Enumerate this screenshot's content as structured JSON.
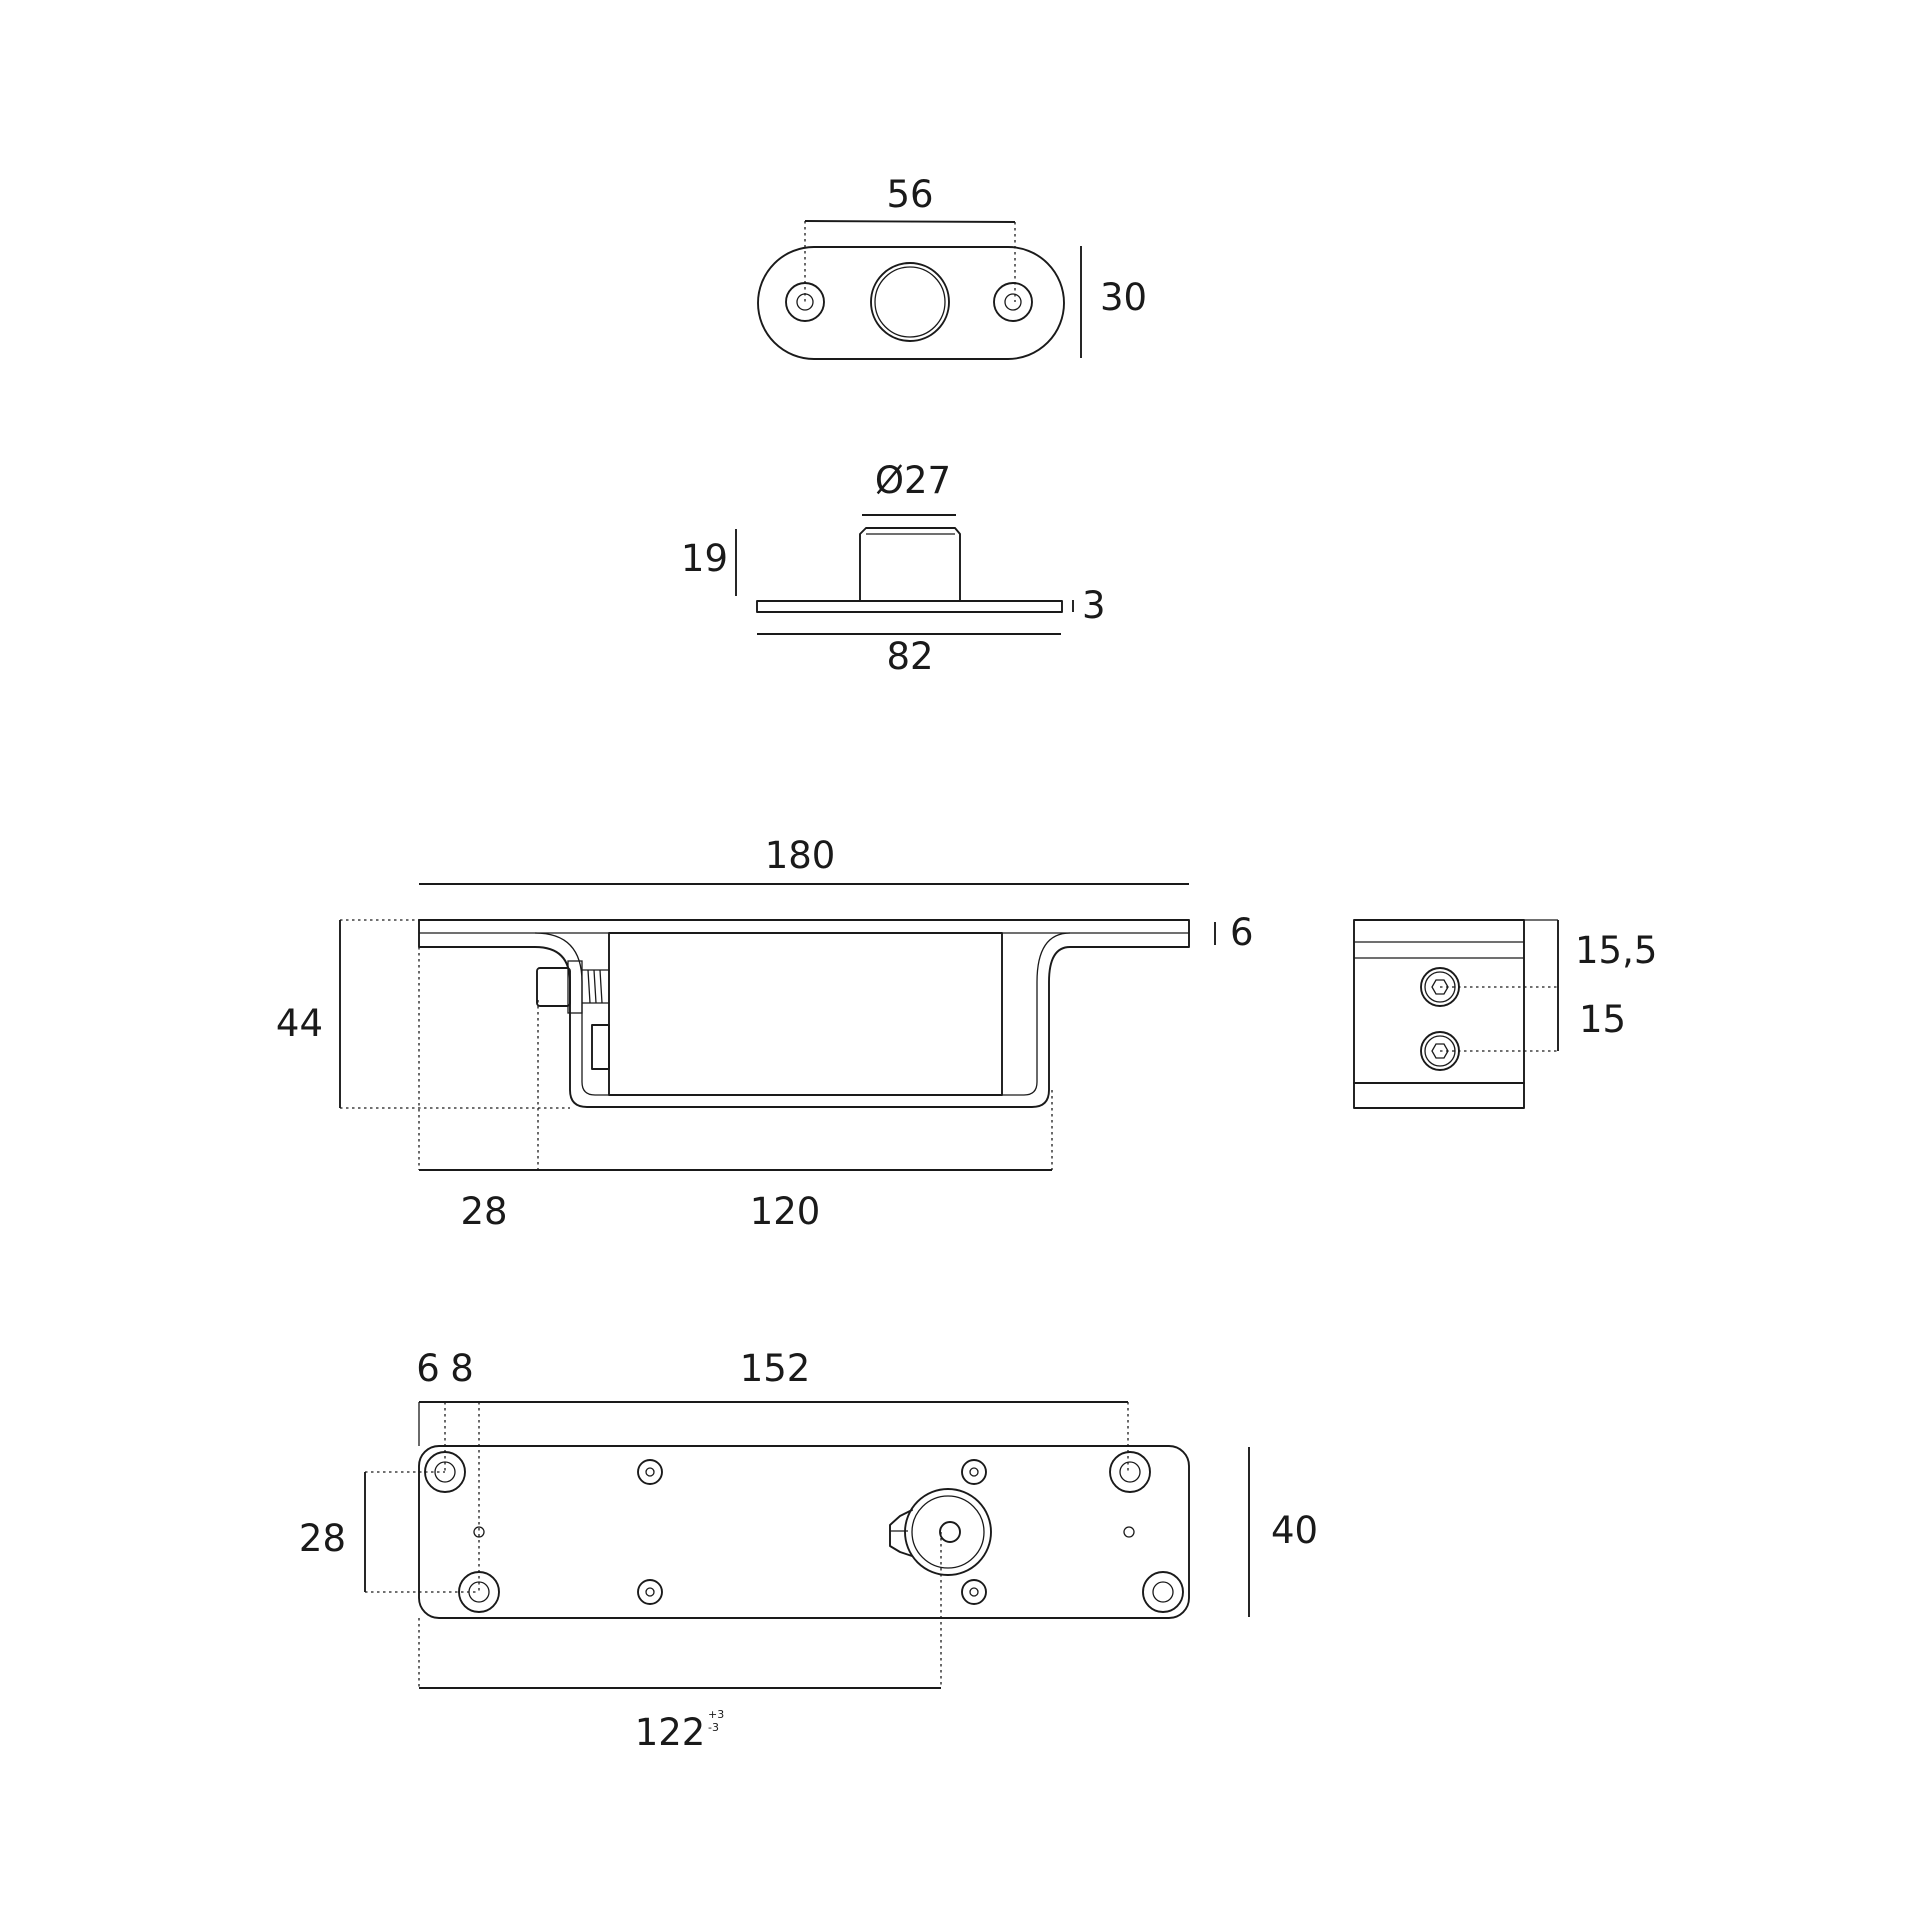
{
  "views": {
    "strike_top": {
      "dim_hole_spacing": "56",
      "dim_height": "30"
    },
    "strike_side": {
      "dim_diameter": "Ø27",
      "dim_height": "19",
      "dim_plate": "3",
      "dim_length": "82"
    },
    "lock_side": {
      "dim_length": "180",
      "dim_plate": "6",
      "dim_height": "44",
      "dim_offset": "28",
      "dim_span": "120"
    },
    "lock_end": {
      "dim_upper": "15,5",
      "dim_lower": "15"
    },
    "lock_bottom": {
      "dim_edge_a": "6",
      "dim_edge_b": "8",
      "dim_hole_spacing": "152",
      "dim_vertical": "28",
      "dim_height": "40",
      "dim_bolt_position": "122",
      "dim_tolerance_plus": "+3",
      "dim_tolerance_minus": "-3"
    }
  }
}
